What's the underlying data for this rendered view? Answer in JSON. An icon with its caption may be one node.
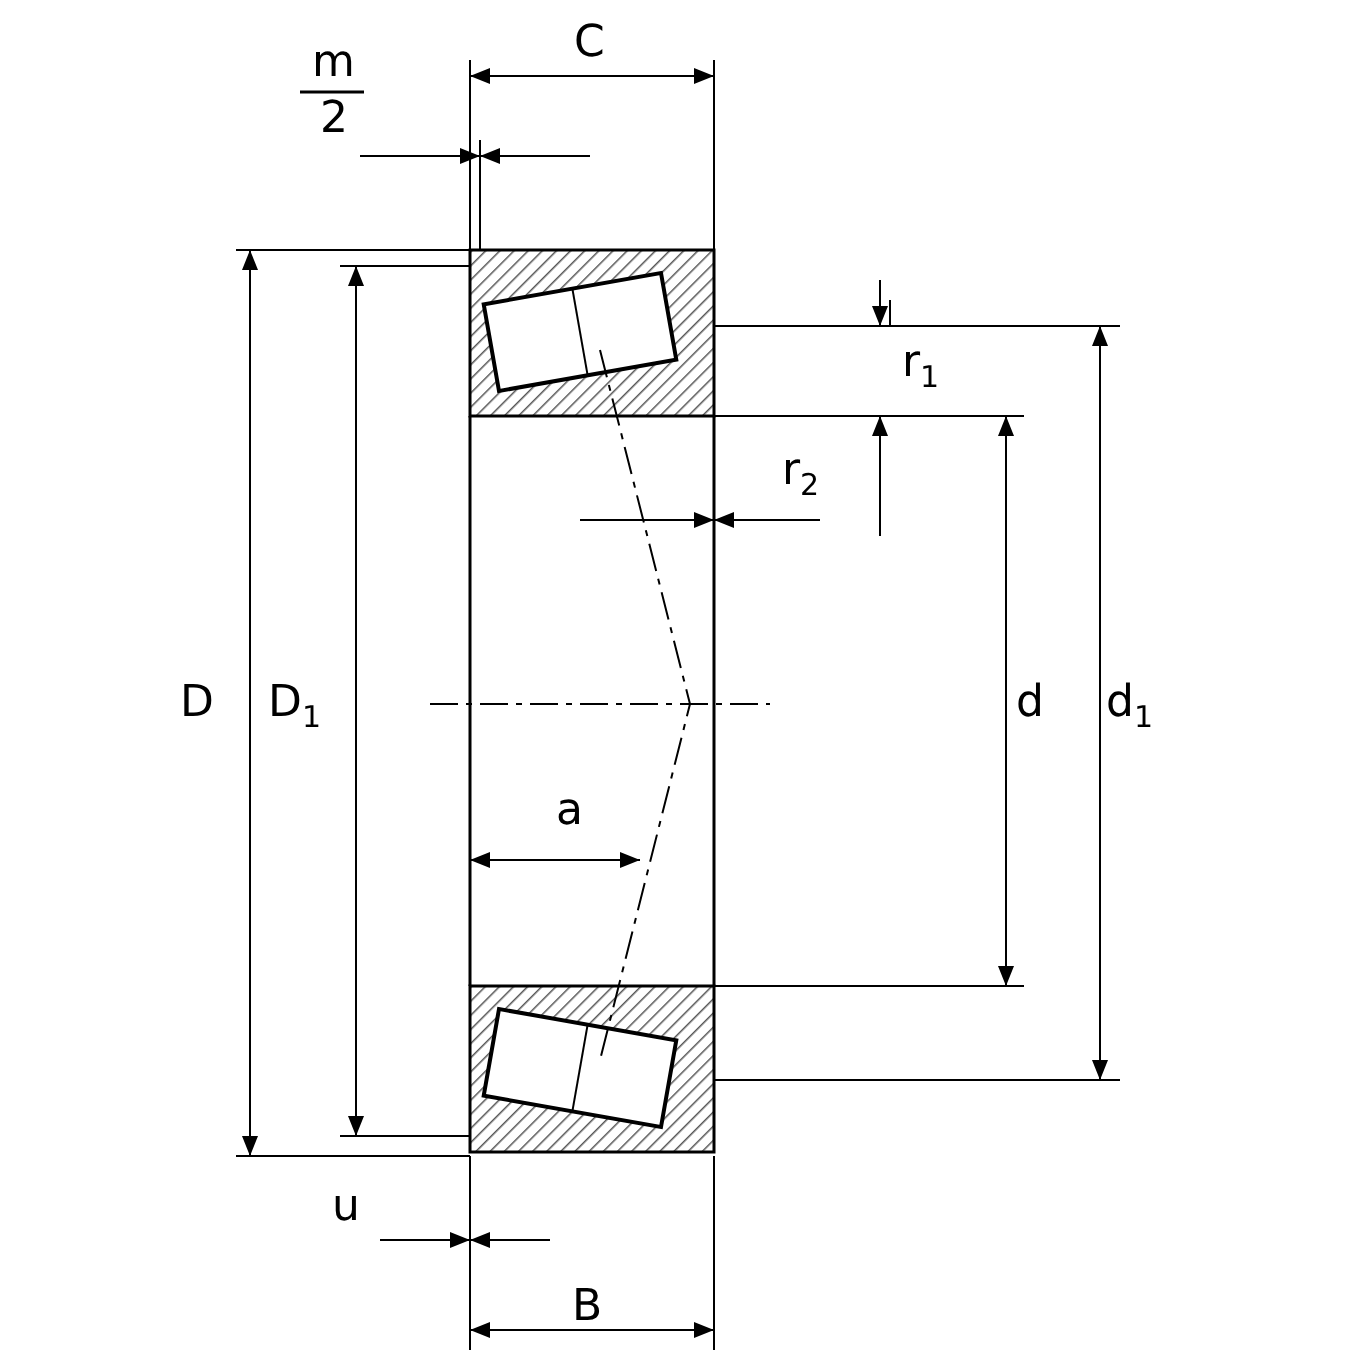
{
  "diagram": {
    "labels": [
      "C",
      "m",
      "2",
      "r$_{1}$",
      "r$_{2}$",
      "D",
      "D$_{1}$",
      "d",
      "d$_{1}$",
      "a",
      "u",
      "B"
    ]
  }
}
